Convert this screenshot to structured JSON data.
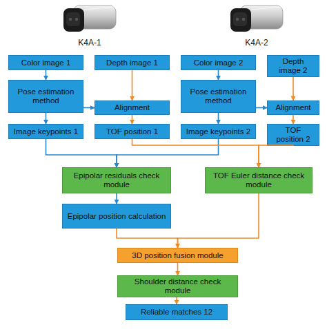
{
  "diagram": {
    "nodes": [
      {
        "text": [
          "Color image 1"
        ]
      },
      {
        "text": [
          "Depth image 1"
        ]
      },
      {
        "text": [
          "Color image 2"
        ]
      },
      {
        "text": [
          "Depth image 2"
        ]
      },
      {
        "text": [
          "Pose estimation method"
        ]
      },
      {
        "text": [
          "Pose estimation method"
        ]
      },
      {
        "text": [
          "Alignment"
        ]
      },
      {
        "text": [
          "Alignment"
        ]
      },
      {
        "text": [
          "Image keypoints 1"
        ]
      },
      {
        "text": [
          "TOF position 1"
        ]
      },
      {
        "text": [
          "Image keypoints 2"
        ]
      },
      {
        "text": [
          "TOF position 2"
        ]
      },
      {
        "text": [
          "Epipolar residuals check module"
        ]
      },
      {
        "text": [
          "TOF Euler distance check module"
        ]
      },
      {
        "text": [
          "Epipolar position calculation"
        ]
      },
      {
        "text": [
          "3D position fusion module"
        ]
      },
      {
        "text": [
          "Shoulder distance check module"
        ]
      },
      {
        "text": [
          "Reliable matches 12"
        ]
      }
    ],
    "edges": [
      {
        "from": 0,
        "to": 4,
        "arrow": "to"
      },
      {
        "from": 4,
        "to": 8,
        "arrow": "to"
      },
      {
        "from": 4,
        "to": 6,
        "arrow": "to"
      },
      {
        "from": 1,
        "to": 6,
        "arrow": "to"
      },
      {
        "from": 6,
        "to": 9,
        "arrow": "to"
      },
      {
        "from": 2,
        "to": 5,
        "arrow": "to"
      },
      {
        "from": 5,
        "to": 10,
        "arrow": "to"
      },
      {
        "from": 5,
        "to": 7,
        "arrow": "to"
      },
      {
        "from": 3,
        "to": 7,
        "arrow": "to"
      },
      {
        "from": 7,
        "to": 11,
        "arrow": "to"
      },
      {
        "from": 8,
        "to": 12,
        "arrow": "to"
      },
      {
        "from": 10,
        "to": 12,
        "arrow": "to"
      },
      {
        "from": 9,
        "to": 13,
        "arrow": "to"
      },
      {
        "from": 11,
        "to": 13,
        "arrow": "to"
      },
      {
        "from": 12,
        "to": 14,
        "arrow": "to"
      },
      {
        "from": 14,
        "to": 15,
        "arrow": "to"
      },
      {
        "from": 13,
        "to": 15,
        "arrow": "to"
      },
      {
        "from": 15,
        "to": 16,
        "arrow": "to"
      },
      {
        "from": 16,
        "to": 17,
        "arrow": "to"
      }
    ],
    "labels": [
      "K4A-1",
      "K4A-2"
    ]
  }
}
